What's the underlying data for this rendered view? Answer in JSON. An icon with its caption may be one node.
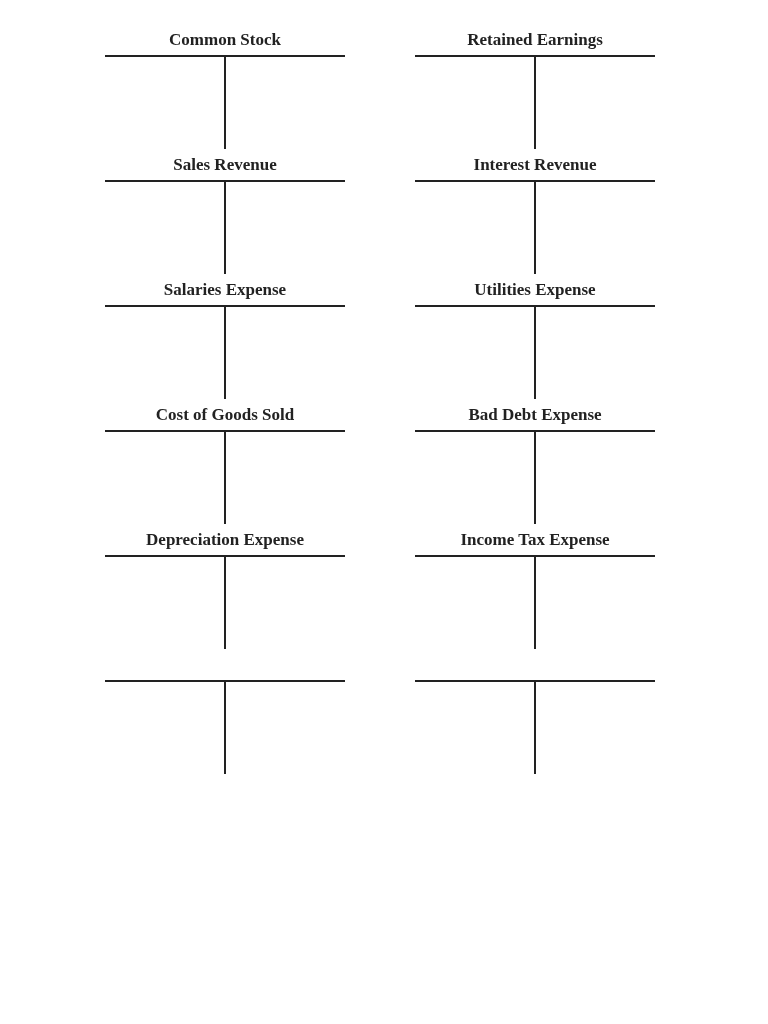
{
  "diagram": {
    "labels": [
      "Common Stock",
      "Retained Earnings",
      "Sales Revenue",
      "Interest Revenue",
      "Salaries Expense",
      "Utilities Expense",
      "Cost of Goods Sold",
      "Bad Debt Expense",
      "Depreciation Expense",
      "Income Tax Expense"
    ]
  }
}
